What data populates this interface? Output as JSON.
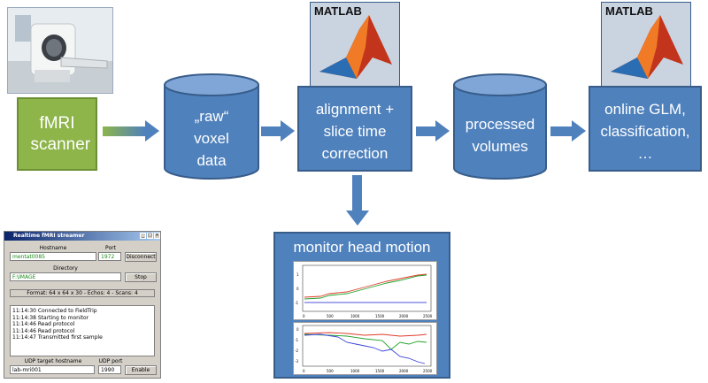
{
  "nodes": {
    "fmri_scanner": "fMRI scanner",
    "raw_voxel_data": [
      "„raw“",
      "voxel",
      "data"
    ],
    "alignment": [
      "alignment +",
      "slice time",
      "correction"
    ],
    "processed_volumes": [
      "processed",
      "volumes"
    ],
    "online_glm": [
      "online GLM,",
      "classification,",
      "…"
    ],
    "monitor_head_motion": "monitor head motion"
  },
  "matlab_logos": [
    "MATLAB",
    "MATLAB"
  ],
  "streamer_window": {
    "title": "Realtime fMRI streamer",
    "hostname_label": "Hostname",
    "hostname_value": "mentat0085",
    "port_label": "Port",
    "port_value": "1972",
    "disconnect_label": "Disconnect",
    "directory_label": "Directory",
    "directory_value": "F:\\IMAGE",
    "stop_label": "Stop",
    "format_text": "Format: 64 x 64 x 30  -  Echos: 4  -  Scans: 4",
    "log_lines": [
      "11:14:30 Connected to FieldTrip",
      "11:14:38 Starting to monitor",
      "11:14:46 Read protocol",
      "11:14:46 Read protocol",
      "11:14:47 Transmitted first sample"
    ],
    "udp_host_label": "UDP target hostname",
    "udp_host_value": "lab-mri001",
    "udp_port_label": "UDP port",
    "udp_port_value": "1990",
    "enable_label": "Enable"
  },
  "plot_ticks": {
    "top_x": [
      "0",
      "500",
      "1000",
      "1500",
      "2000",
      "2500"
    ],
    "top_y": [
      "1",
      "0",
      "-1"
    ],
    "bottom_x": [
      "0",
      "500",
      "1000",
      "1500",
      "2000",
      "2500"
    ],
    "bottom_y": [
      "0",
      "-1",
      "-2",
      "-3"
    ]
  },
  "colors": {
    "blue_box": "#4f81bd",
    "blue_border": "#385d8a",
    "green_box": "#8db54a",
    "arrow": "#4f81bd"
  }
}
